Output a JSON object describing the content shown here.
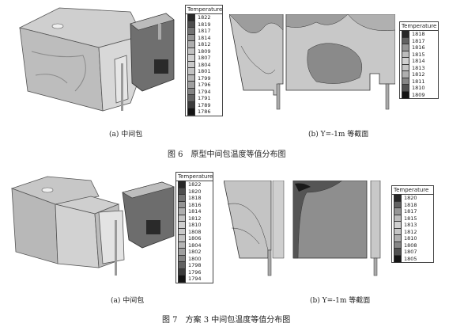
{
  "figure6": {
    "legend_a": {
      "title": "Temperature",
      "values": [
        "1822",
        "1819",
        "1817",
        "1814",
        "1812",
        "1809",
        "1807",
        "1804",
        "1801",
        "1799",
        "1796",
        "1794",
        "1791",
        "1789",
        "1786"
      ]
    },
    "legend_b": {
      "title": "Temperature",
      "values": [
        "1818",
        "1817",
        "1816",
        "1815",
        "1814",
        "1813",
        "1812",
        "1811",
        "1810",
        "1809"
      ]
    },
    "caption_a": "(a) 中间包",
    "caption_b": "(b) Y=-1m 等截面",
    "figure_caption": "图 6　原型中间包温度等值分布图"
  },
  "figure7": {
    "legend_a": {
      "title": "Temperature",
      "values": [
        "1822",
        "1820",
        "1818",
        "1816",
        "1814",
        "1812",
        "1810",
        "1808",
        "1806",
        "1804",
        "1802",
        "1800",
        "1798",
        "1796",
        "1794"
      ]
    },
    "legend_b": {
      "title": "Temperature",
      "values": [
        "1820",
        "1818",
        "1817",
        "1815",
        "1813",
        "1812",
        "1810",
        "1808",
        "1807",
        "1805"
      ]
    },
    "caption_a": "(a) 中间包",
    "caption_b": "(b) Y=-1m 等截面",
    "figure_caption": "图 7　方案 3 中间包温度等值分布图"
  },
  "colors": {
    "light": "#d4d4d4",
    "mid": "#a8a8a8",
    "dark": "#555555",
    "darkest": "#1a1a1a"
  }
}
